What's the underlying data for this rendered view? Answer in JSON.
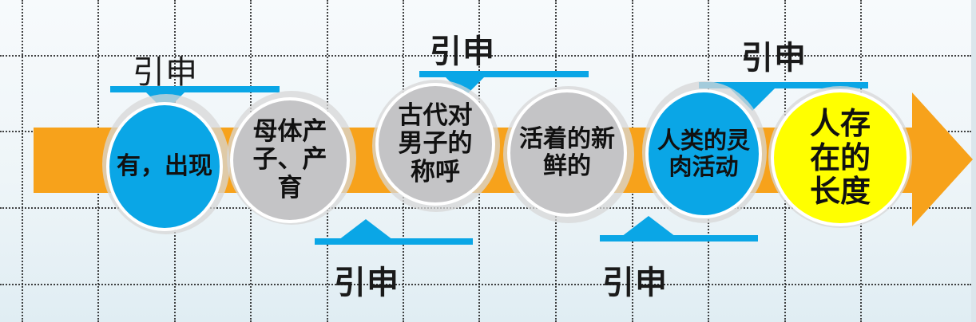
{
  "diagram": {
    "title": "",
    "type": "meaning-extension timeline",
    "colors": {
      "band": "#f7a21b",
      "blue": "#0aa6e6",
      "gray": "#c4c4c6",
      "yellow": "#ffff00",
      "callout": "#0aa6e6"
    },
    "nodes": [
      {
        "id": "n1",
        "color": "blue",
        "lines": [
          "有，出现"
        ]
      },
      {
        "id": "n2",
        "color": "gray",
        "lines": [
          "母体产",
          "子、产",
          "育"
        ]
      },
      {
        "id": "n3",
        "color": "gray",
        "lines": [
          "古代对",
          "男子的",
          "称呼"
        ]
      },
      {
        "id": "n4",
        "color": "gray",
        "lines": [
          "活着的新",
          "鲜的"
        ]
      },
      {
        "id": "n5",
        "color": "blue",
        "lines": [
          "人类的灵",
          "肉活动"
        ]
      },
      {
        "id": "n6",
        "color": "yellow",
        "lines": [
          "人存",
          "在的",
          "长度"
        ]
      }
    ],
    "callouts": [
      {
        "position": "top",
        "from": "n1",
        "to": "n2",
        "label": "引申"
      },
      {
        "position": "bottom",
        "from": "n2",
        "to": "n3",
        "label": "引申"
      },
      {
        "position": "top",
        "from": "n3",
        "to": "n4",
        "label": "引申"
      },
      {
        "position": "bottom",
        "from": "n4",
        "to": "n5",
        "label": "引申"
      },
      {
        "position": "top",
        "from": "n5",
        "to": "n6",
        "label": "引申"
      }
    ]
  }
}
